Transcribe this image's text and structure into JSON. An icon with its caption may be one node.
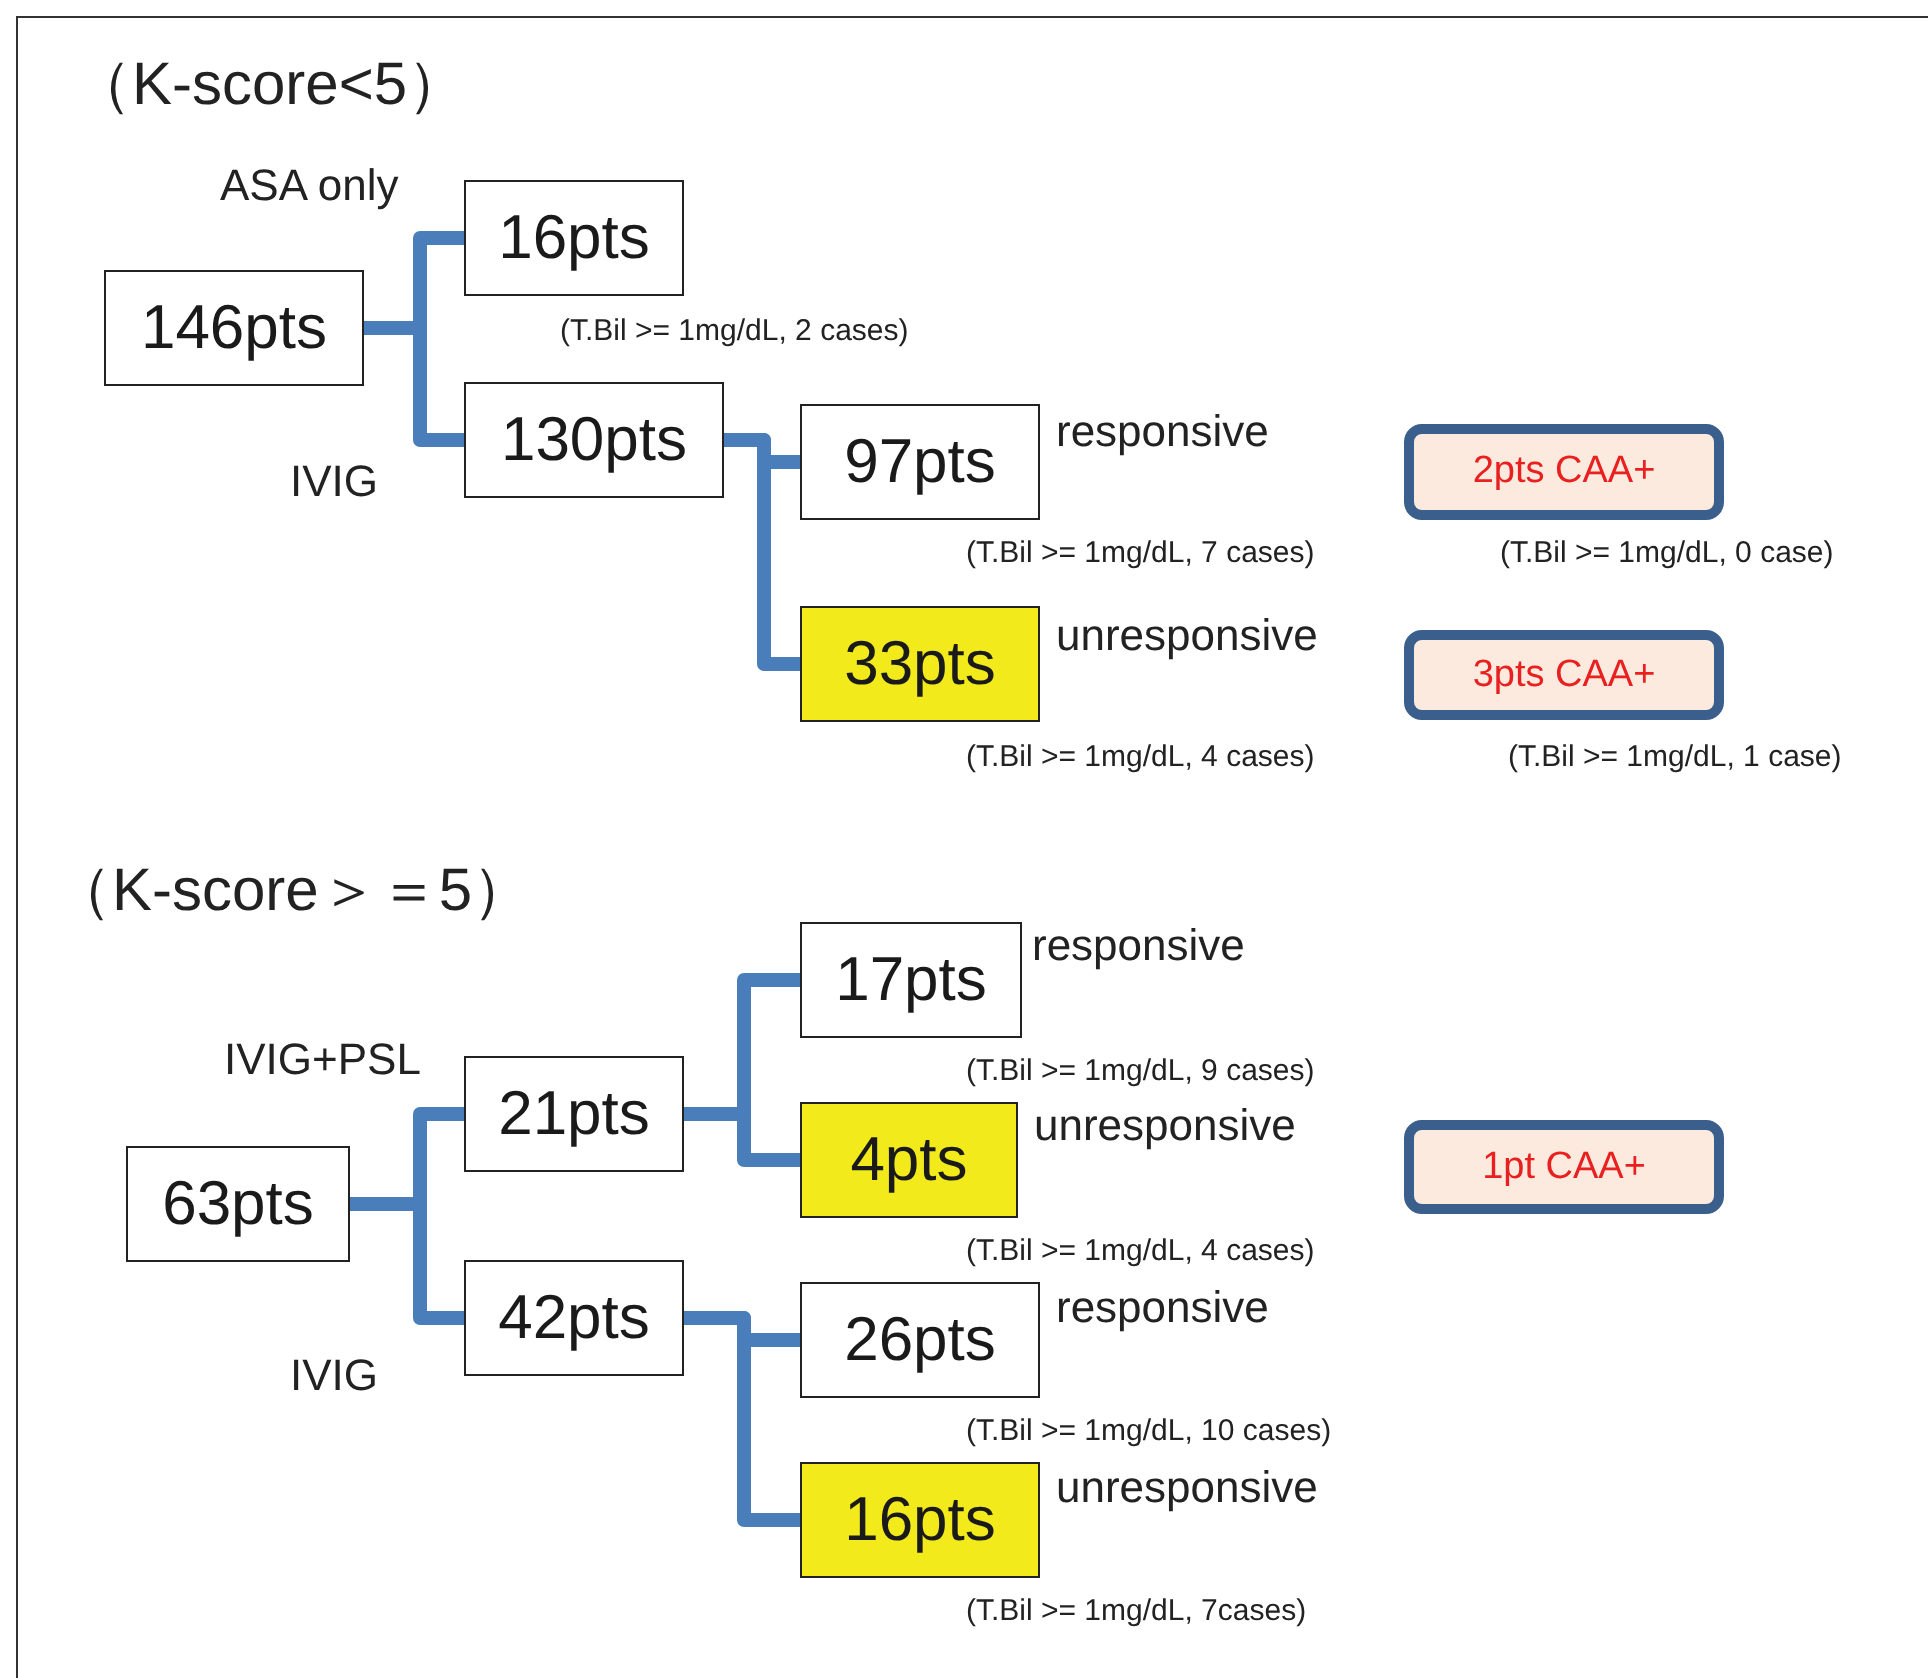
{
  "diagram": {
    "nodes": [
      {
        "text": [
          "146pts"
        ]
      },
      {
        "text": [
          "16pts"
        ],
        "beside": [
          "(T.Bil >= 1mg/dL, 2 cases)"
        ]
      },
      {
        "text": [
          "130pts"
        ]
      },
      {
        "text": [
          "97pts"
        ],
        "beside": [
          "responsive",
          "(T.Bil >= 1mg/dL, 7 cases)"
        ]
      },
      {
        "text": [
          "33pts"
        ],
        "beside": [
          "unresponsive",
          "(T.Bil >= 1mg/dL, 4 cases)"
        ]
      },
      {
        "text": [
          "2pts CAA+"
        ],
        "beside": [
          "(T.Bil >= 1mg/dL, 0 case)"
        ]
      },
      {
        "text": [
          "3pts CAA+"
        ],
        "beside": [
          "(T.Bil >= 1mg/dL, 1 case)"
        ]
      },
      {
        "text": [
          "63pts"
        ]
      },
      {
        "text": [
          "21pts"
        ]
      },
      {
        "text": [
          "17pts"
        ],
        "beside": [
          "responsive",
          "(T.Bil >= 1mg/dL, 9 cases)"
        ]
      },
      {
        "text": [
          "4pts"
        ],
        "beside": [
          "unresponsive",
          "(T.Bil >= 1mg/dL, 4 cases)"
        ]
      },
      {
        "text": [
          "1pt CAA+"
        ]
      },
      {
        "text": [
          "42pts"
        ]
      },
      {
        "text": [
          "26pts"
        ],
        "beside": [
          "responsive",
          "(T.Bil >= 1mg/dL, 10 cases)"
        ]
      },
      {
        "text": [
          "16pts"
        ],
        "beside": [
          "unresponsive",
          "(T.Bil >= 1mg/dL, 7cases)"
        ]
      }
    ],
    "edges": [
      {
        "from": 0,
        "to": 1,
        "arrow": "none",
        "label": "ASA only"
      },
      {
        "from": 0,
        "to": 2,
        "arrow": "none",
        "label": "IVIG"
      },
      {
        "from": 2,
        "to": 3,
        "arrow": "none"
      },
      {
        "from": 2,
        "to": 4,
        "arrow": "none"
      },
      {
        "from": 7,
        "to": 8,
        "arrow": "none",
        "label": "IVIG+PSL"
      },
      {
        "from": 7,
        "to": 12,
        "arrow": "none",
        "label": "IVIG"
      },
      {
        "from": 8,
        "to": 9,
        "arrow": "none"
      },
      {
        "from": 8,
        "to": 10,
        "arrow": "none"
      },
      {
        "from": 12,
        "to": 13,
        "arrow": "none"
      },
      {
        "from": 12,
        "to": 14,
        "arrow": "none"
      }
    ],
    "labels": [
      "（K-score<5）",
      "（K-score＞＝5）"
    ]
  }
}
